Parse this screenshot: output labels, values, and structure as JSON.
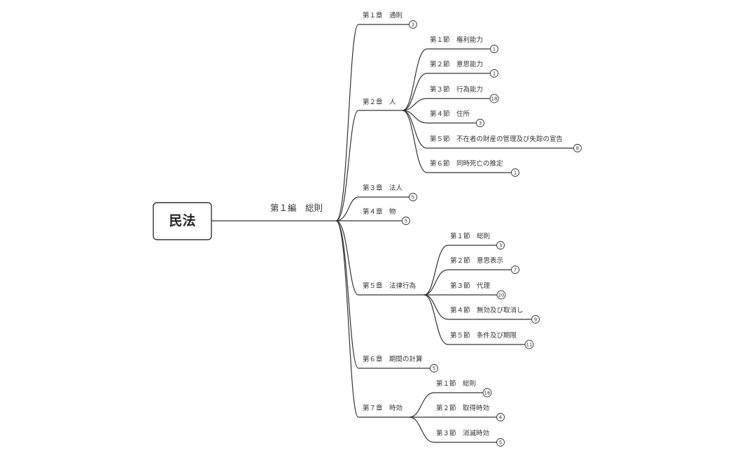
{
  "root": {
    "label": "民法"
  },
  "book": {
    "label": "第１編　総則"
  },
  "chapters": [
    {
      "label": "第１章　通則",
      "count": "2",
      "sections": []
    },
    {
      "label": "第２章　人",
      "sections": [
        {
          "label": "第１節　権利能力",
          "count": "1"
        },
        {
          "label": "第２節　意思能力",
          "count": "1"
        },
        {
          "label": "第３節　行為能力",
          "count": "18"
        },
        {
          "label": "第４節　住所",
          "count": "3"
        },
        {
          "label": "第５節　不在者の財産の管理及び失踪の宣告",
          "count": "8"
        },
        {
          "label": "第６節　同時死亡の推定",
          "count": "1"
        }
      ]
    },
    {
      "label": "第３章　法人",
      "count": "5",
      "sections": []
    },
    {
      "label": "第４章　物",
      "count": "5",
      "sections": []
    },
    {
      "label": "第５章　法律行為",
      "sections": [
        {
          "label": "第１節　総則",
          "count": "3"
        },
        {
          "label": "第２節　意思表示",
          "count": "7"
        },
        {
          "label": "第３節　代理",
          "count": "20"
        },
        {
          "label": "第４節　無効及び取消し",
          "count": "9"
        },
        {
          "label": "第５節　条件及び期限",
          "count": "11"
        }
      ]
    },
    {
      "label": "第６章　期間の計算",
      "count": "5",
      "sections": []
    },
    {
      "label": "第７章　時効",
      "sections": [
        {
          "label": "第１節　総則",
          "count": "16"
        },
        {
          "label": "第２節　取得時効",
          "count": "4"
        },
        {
          "label": "第３節　消滅時効",
          "count": "5"
        }
      ]
    }
  ]
}
